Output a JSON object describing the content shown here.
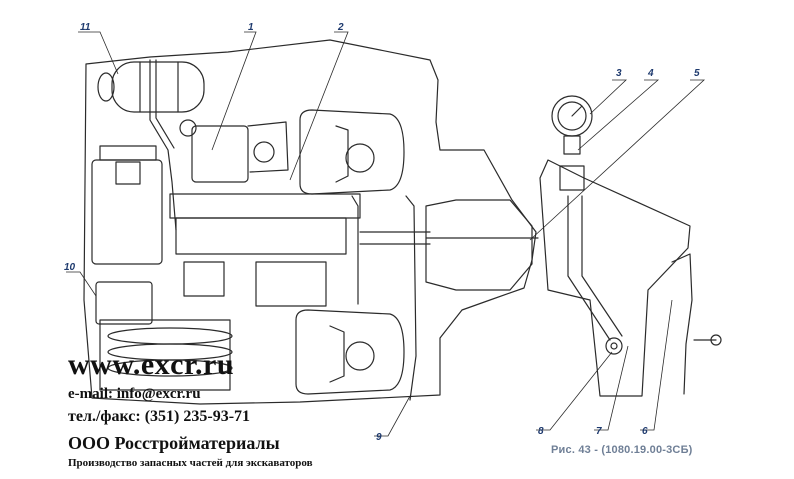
{
  "callouts": [
    {
      "label": "11"
    },
    {
      "label": "1"
    },
    {
      "label": "2"
    },
    {
      "label": "3"
    },
    {
      "label": "4"
    },
    {
      "label": "5"
    },
    {
      "label": "10"
    },
    {
      "label": "8"
    },
    {
      "label": "7"
    },
    {
      "label": "6"
    },
    {
      "label": "9"
    }
  ],
  "caption": "Рис. 43 - (1080.19.00-3СБ)",
  "watermark": {
    "site": "www.excr.ru",
    "email": "e-mail: info@excr.ru",
    "phone": "тел./факс: (351) 235-93-71",
    "org": "ООО Росстройматериалы",
    "slogan": "Производство запасных частей для экскаваторов"
  },
  "colors": {
    "line": "#2b2b2b",
    "callout": "#1e3a6e",
    "caption": "#6f7f96"
  }
}
